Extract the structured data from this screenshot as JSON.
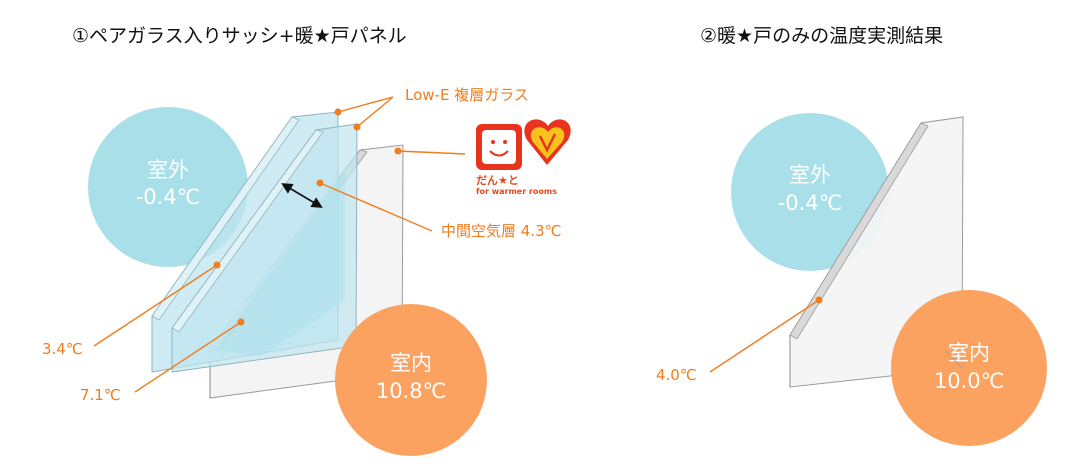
{
  "colors": {
    "outdoor_circle": "#a9dfe9",
    "indoor_circle": "#fba261",
    "callout": "#f07d1e",
    "glass_tint": "#bfe6f0",
    "panel": "#f4f4f4",
    "arrow": "#111111"
  },
  "left": {
    "title": "①ペアガラス入りサッシ+暖★戸パネル",
    "outdoor_label": "室外",
    "outdoor_temp": "-0.4℃",
    "indoor_label": "室内",
    "indoor_temp": "10.8℃",
    "callout_glass": "Low-E 複層ガラス",
    "callout_air_layer": "中間空気層 4.3℃",
    "callout_outer_surface": "3.4℃",
    "callout_inner_surface": "7.1℃"
  },
  "logo": {
    "main_text": "だん★と",
    "sub_text": "for warmer rooms"
  },
  "right": {
    "title": "②暖★戸のみの温度実測結果",
    "outdoor_label": "室外",
    "outdoor_temp": "-0.4℃",
    "indoor_label": "室内",
    "indoor_temp": "10.0℃",
    "callout_surface": "4.0℃"
  }
}
